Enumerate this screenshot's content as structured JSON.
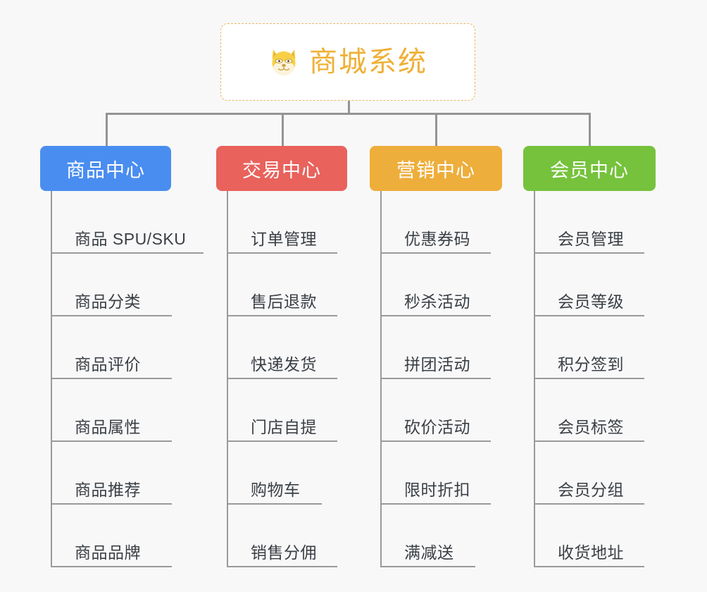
{
  "root": {
    "icon": "shiba-dog-face-emoji",
    "title": "商城系统",
    "border_color": "#e8b765",
    "text_color": "#efb036"
  },
  "connector_color": "#949494",
  "branches": [
    {
      "label": "商品中心",
      "color": "#4a8df0",
      "items": [
        "商品 SPU/SKU",
        "商品分类",
        "商品评价",
        "商品属性",
        "商品推荐",
        "商品品牌"
      ]
    },
    {
      "label": "交易中心",
      "color": "#e9625c",
      "items": [
        "订单管理",
        "售后退款",
        "快递发货",
        "门店自提",
        "购物车",
        "销售分佣"
      ]
    },
    {
      "label": "营销中心",
      "color": "#eeae3c",
      "items": [
        "优惠券码",
        "秒杀活动",
        "拼团活动",
        "砍价活动",
        "限时折扣",
        "满减送"
      ]
    },
    {
      "label": "会员中心",
      "color": "#76c23c",
      "items": [
        "会员管理",
        "会员等级",
        "积分签到",
        "会员标签",
        "会员分组",
        "收货地址"
      ]
    }
  ]
}
